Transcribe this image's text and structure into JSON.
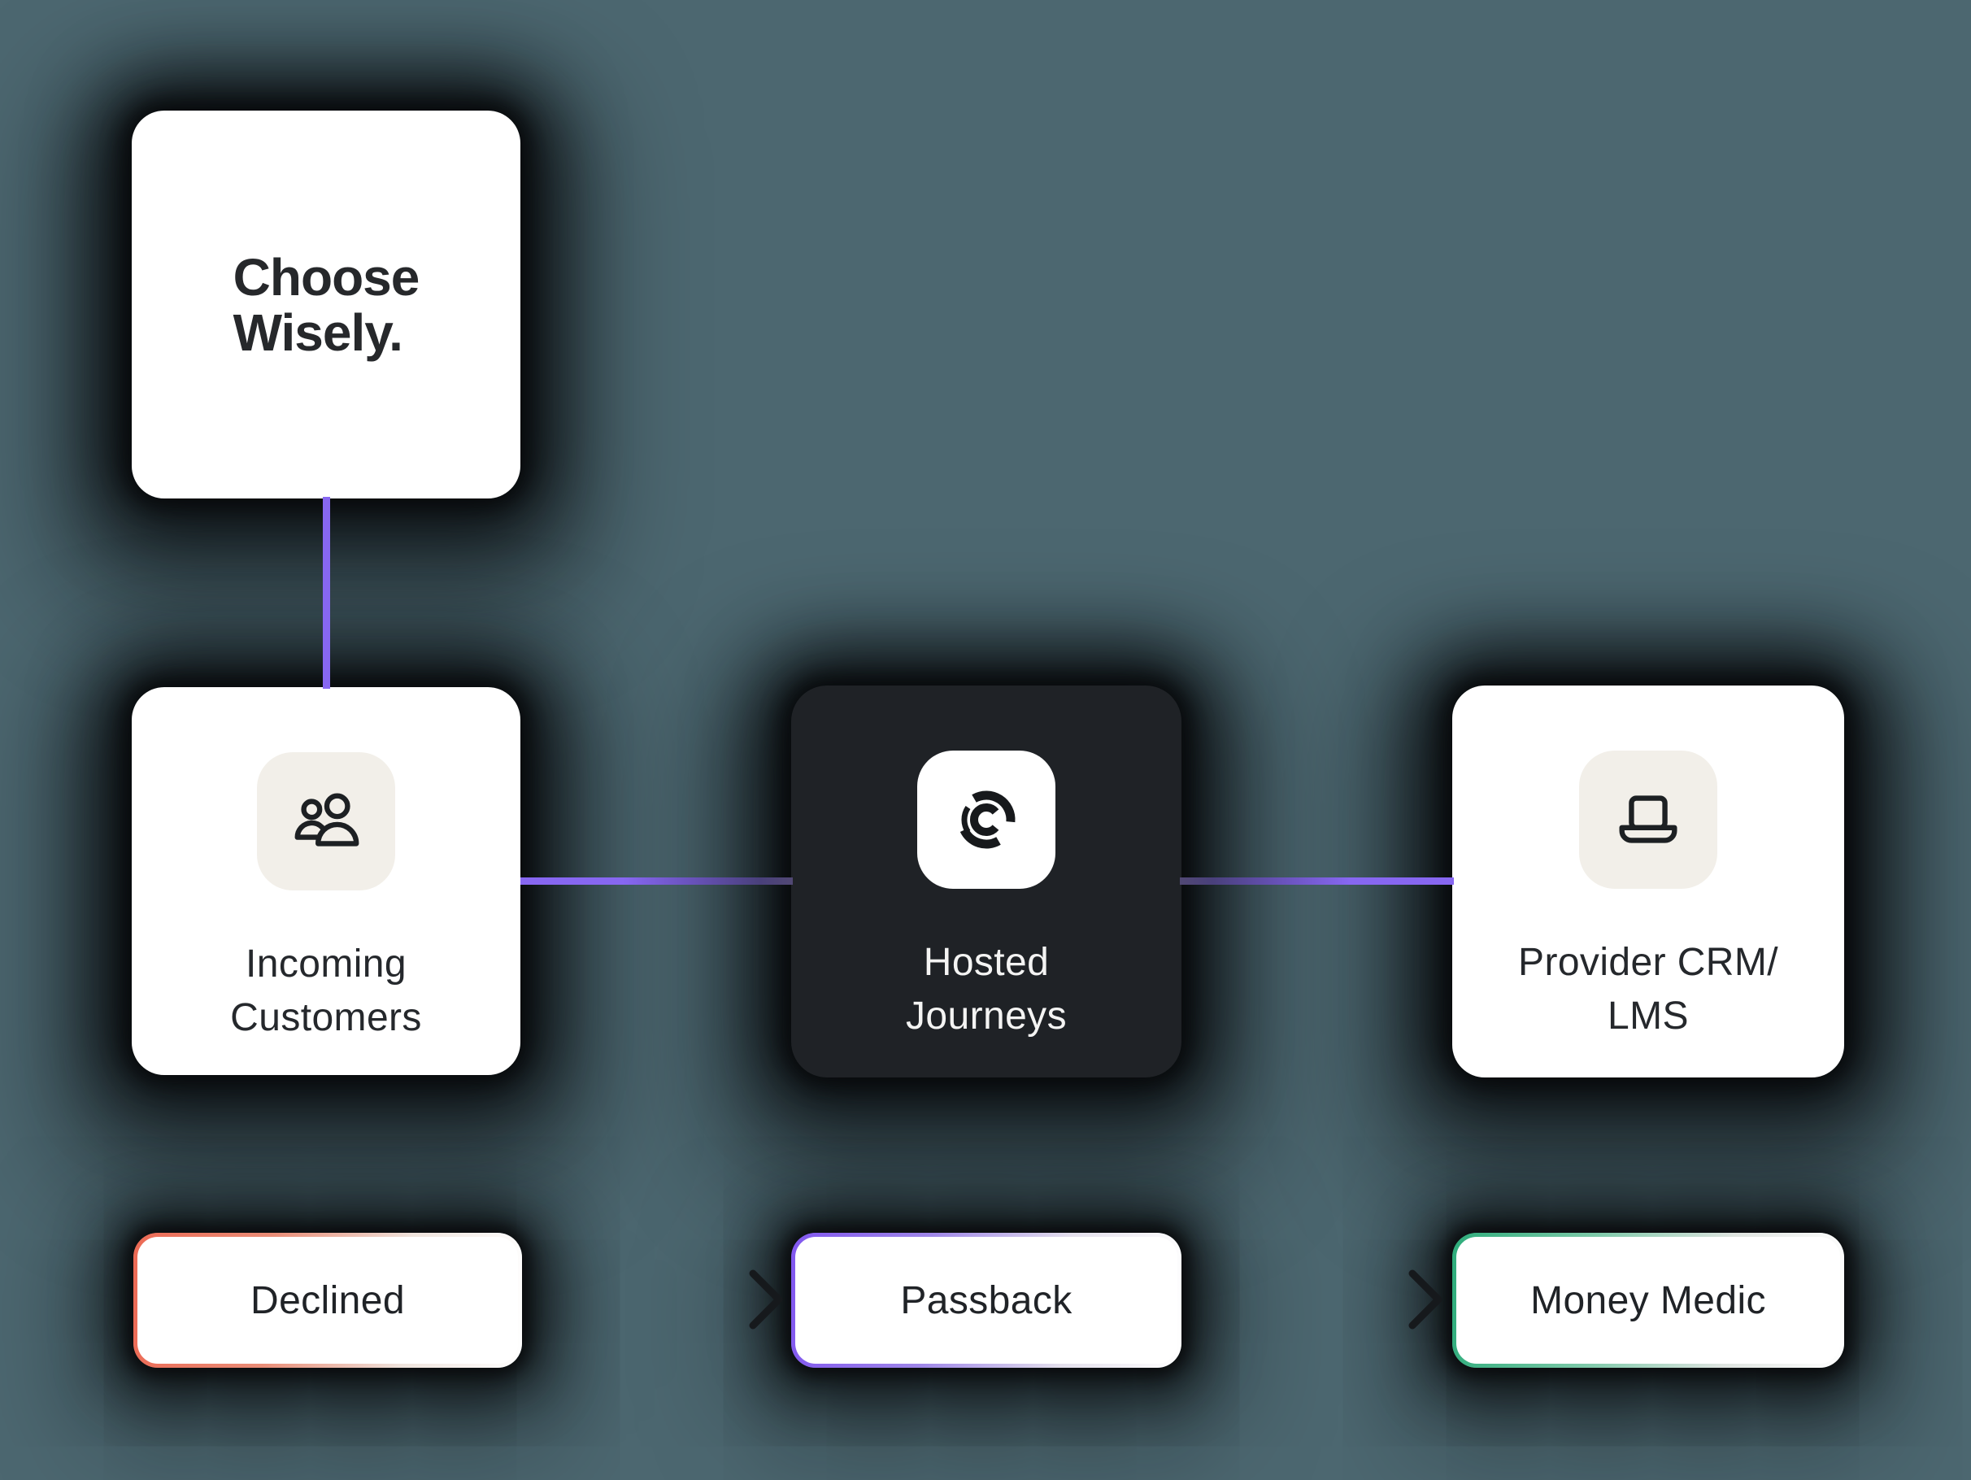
{
  "background_color": "#4C6770",
  "colors": {
    "accent_purple": "#8767F1",
    "coral": "#EC6A55",
    "green": "#2EAC7B",
    "dark_card_bg": "#1F2226",
    "badge_bg": "#F2EFE9",
    "text_dark": "#25282C",
    "text_light": "#F4F4F3",
    "arrow_dark": "#16191C",
    "shadow": "#0A0C0E"
  },
  "nodes": {
    "brand": {
      "line1": "Choose",
      "line2": "Wisely."
    },
    "incoming_customers": {
      "line1": "Incoming",
      "line2": "Customers",
      "icon": "users-icon"
    },
    "hosted_journeys": {
      "line1": "Hosted",
      "line2": "Journeys",
      "icon": "journeys-logo-icon"
    },
    "provider_crm": {
      "line1": "Provider CRM/",
      "line2": "LMS",
      "icon": "laptop-icon"
    },
    "declined": {
      "label": "Declined",
      "border_color": "#EC6A55"
    },
    "passback": {
      "label": "Passback",
      "border_color": "#8157EF"
    },
    "money_medic": {
      "label": "Money Medic",
      "border_color": "#2EAC7B"
    }
  },
  "connectors": [
    {
      "from": "brand",
      "to": "incoming_customers",
      "style": "purple-line"
    },
    {
      "from": "incoming_customers",
      "to": "hosted_journeys",
      "style": "purple-line"
    },
    {
      "from": "hosted_journeys",
      "to": "provider_crm",
      "style": "purple-line"
    },
    {
      "from": "declined",
      "to": "passback",
      "style": "dark-arrow"
    },
    {
      "from": "passback",
      "to": "money_medic",
      "style": "dark-arrow"
    }
  ]
}
